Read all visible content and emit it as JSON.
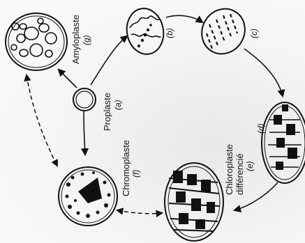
{
  "figure": {
    "nodes": {
      "proplaste": {
        "name": "Proplaste",
        "tag": "(a)"
      },
      "stage_b": {
        "name": "",
        "tag": "(b)"
      },
      "stage_c": {
        "name": "",
        "tag": "(c)"
      },
      "stage_d": {
        "name": "",
        "tag": "(d)"
      },
      "chloroplaste": {
        "name_line1": "Chloroplaste",
        "name_line2": "différencié",
        "tag": "(e)"
      },
      "chromoplaste": {
        "name": "Chromoplaste",
        "tag": "(f)"
      },
      "amyloplaste": {
        "name": "Amyloplaste",
        "tag": "(g)"
      }
    },
    "arrows": [
      {
        "from": "proplaste",
        "to": "stage_b",
        "style": "solid"
      },
      {
        "from": "stage_b",
        "to": "stage_c",
        "style": "solid"
      },
      {
        "from": "stage_c",
        "to": "stage_d",
        "style": "solid"
      },
      {
        "from": "stage_d",
        "to": "chloroplaste",
        "style": "solid"
      },
      {
        "from": "proplaste",
        "to": "amyloplaste",
        "style": "solid"
      },
      {
        "from": "proplaste",
        "to": "chromoplaste",
        "style": "solid"
      },
      {
        "from": "amyloplaste",
        "to": "chromoplaste",
        "style": "dashed-bidirectional"
      },
      {
        "from": "chromoplaste",
        "to": "chloroplaste",
        "style": "dashed-bidirectional"
      }
    ]
  }
}
